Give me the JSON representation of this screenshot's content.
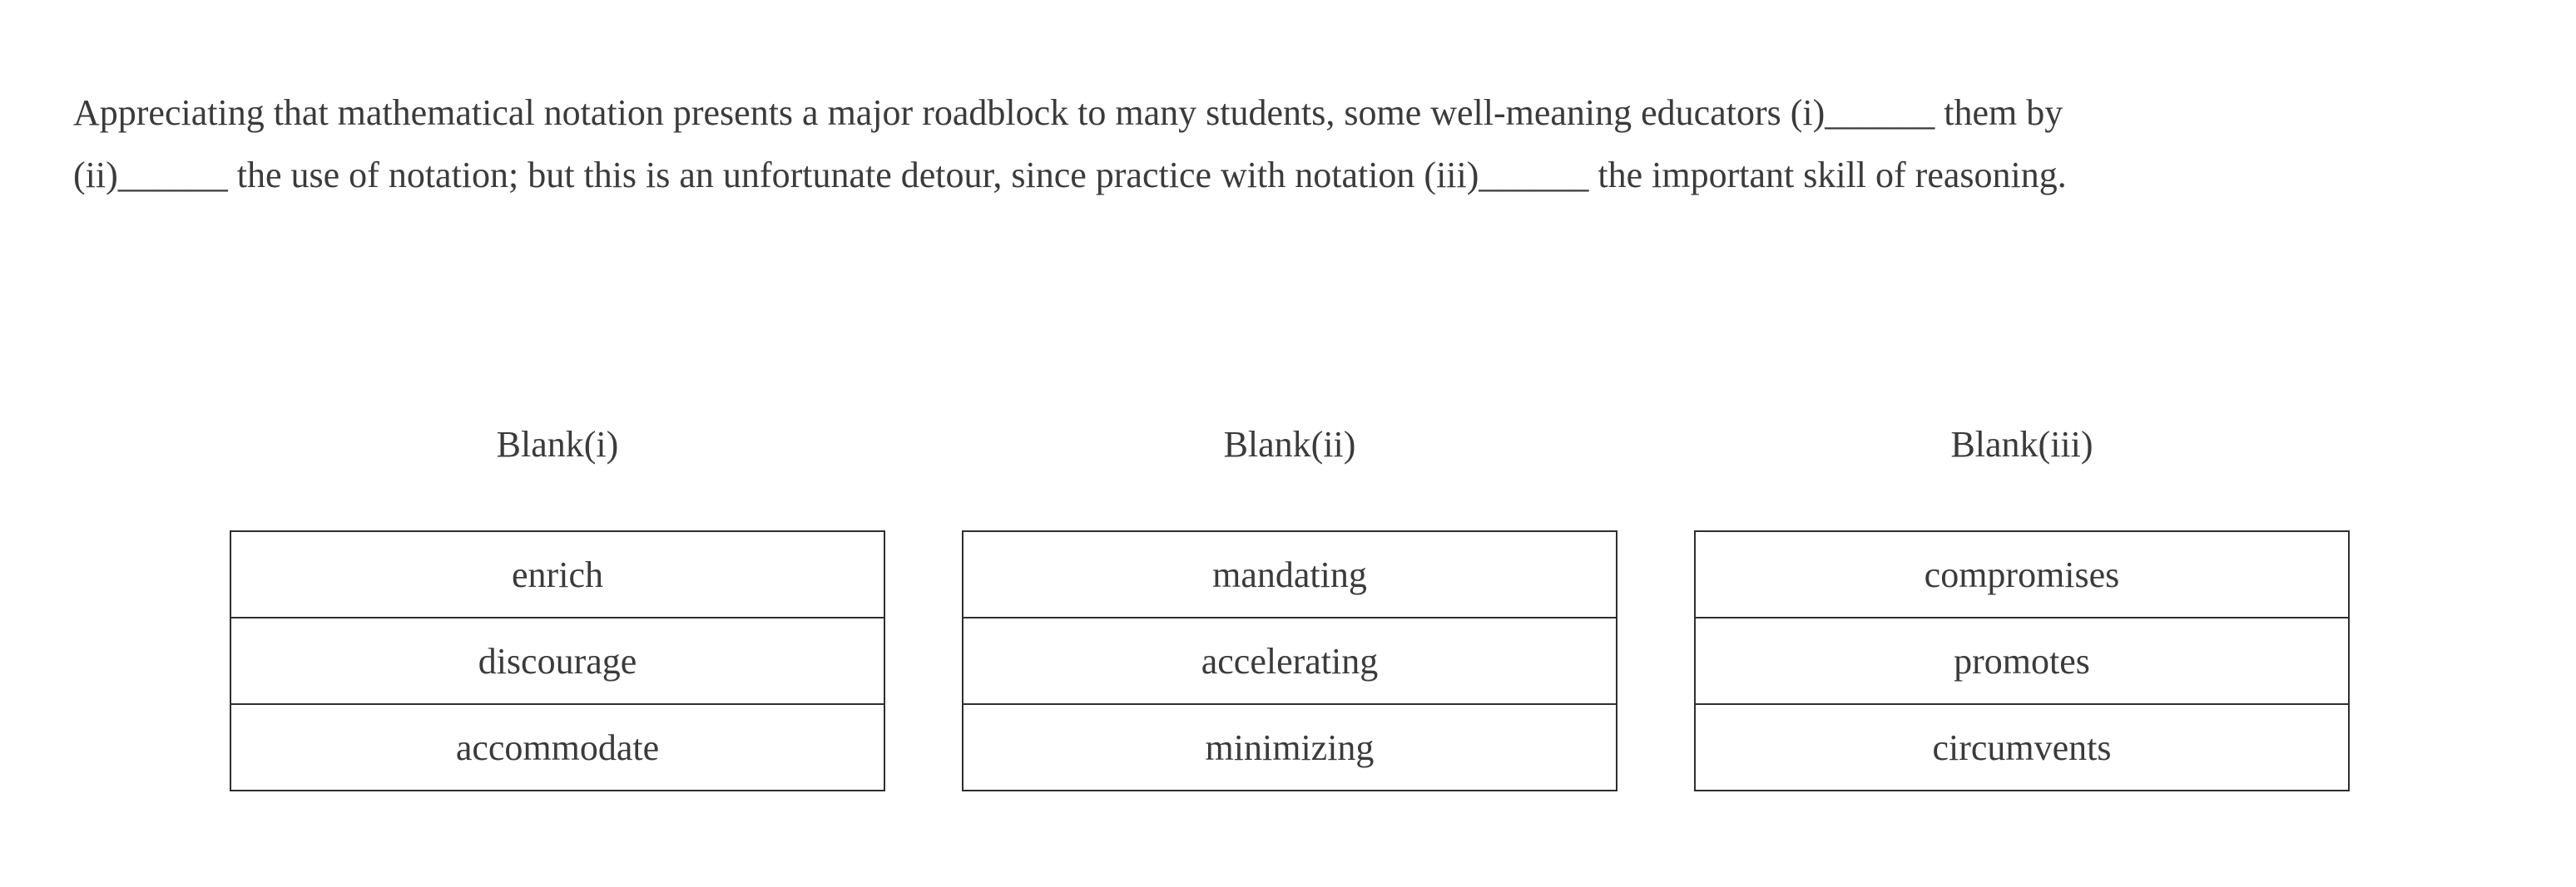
{
  "passage": {
    "lines": [
      "Appreciating that mathematical notation presents a major roadblock to many students, some well-meaning educators (i)______ them by",
      "(ii)______ the use of notation; but this is an unfortunate detour, since practice with notation (iii)______ the important skill of reasoning."
    ]
  },
  "columns": [
    {
      "label": "Blank(i)",
      "options": [
        "enrich",
        "discourage",
        "accommodate"
      ]
    },
    {
      "label": "Blank(ii)",
      "options": [
        "mandating",
        "accelerating",
        "minimizing"
      ]
    },
    {
      "label": "Blank(iii)",
      "options": [
        "compromises",
        "promotes",
        "circumvents"
      ]
    }
  ],
  "colors": {
    "text": "#3b3b3b",
    "border": "#2e2e2e",
    "background": "#ffffff"
  }
}
